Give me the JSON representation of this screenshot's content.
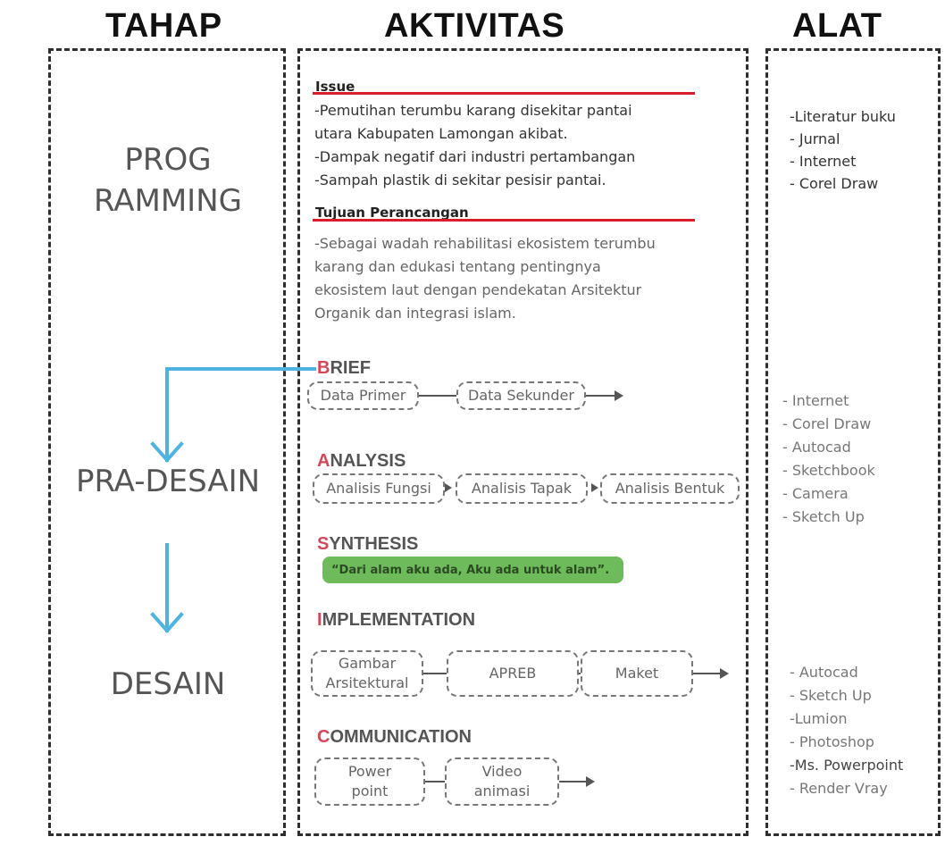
{
  "headers": {
    "stage": "TAHAP",
    "activity": "AKTIVITAS",
    "tools": "ALAT"
  },
  "stages": {
    "programming": {
      "line1": "PROG",
      "line2": "RAMMING"
    },
    "pre_design": "PRA-DESAIN",
    "design": "DESAIN"
  },
  "issue": {
    "title": "Issue",
    "lines": [
      "-Pemutihan terumbu karang disekitar pantai",
      "utara Kabupaten Lamongan akibat.",
      "-Dampak negatif dari industri pertambangan",
      "-Sampah plastik di sekitar pesisir pantai."
    ]
  },
  "goal": {
    "title": "Tujuan Perancangan",
    "lines": [
      "-Sebagai wadah rehabilitasi ekosistem terumbu",
      "karang dan edukasi tentang pentingnya",
      "ekosistem laut dengan pendekatan Arsitektur",
      "Organik dan integrasi islam."
    ]
  },
  "brief": {
    "first": "B",
    "rest": "RIEF",
    "steps": [
      "Data Primer",
      "Data Sekunder"
    ]
  },
  "analysis": {
    "first": "A",
    "rest": "NALYSIS",
    "steps": [
      "Analisis Fungsi",
      "Analisis Tapak",
      "Analisis Bentuk"
    ]
  },
  "synthesis": {
    "first": "S",
    "rest": "YNTHESIS",
    "quote": "“Dari alam aku ada, Aku ada untuk alam”."
  },
  "implementation": {
    "first": "I",
    "rest": "MPLEMENTATION",
    "steps": [
      {
        "line1": "Gambar",
        "line2": "Arsitektural"
      },
      {
        "line1": "APREB",
        "line2": ""
      },
      {
        "line1": "Maket",
        "line2": ""
      }
    ]
  },
  "communication": {
    "first": "C",
    "rest": "OMMUNICATION",
    "steps": [
      {
        "line1": "Power",
        "line2": "point"
      },
      {
        "line1": "Video",
        "line2": "animasi"
      }
    ]
  },
  "tools": {
    "programming": [
      "-Literatur buku",
      "- Jurnal",
      "- Internet",
      "- Corel Draw"
    ],
    "pre_design": [
      "- Internet",
      "- Corel Draw",
      "- Autocad",
      "- Sketchbook",
      "- Camera",
      "- Sketch Up"
    ],
    "design": [
      "- Autocad",
      "- Sketch Up",
      "-Lumion",
      "- Photoshop",
      "-Ms. Powerpoint",
      "- Render Vray"
    ]
  },
  "colors": {
    "red_rule": "#d81e2a",
    "phase_initial": "#d0485a",
    "flow_arrow": "#4fb3e0",
    "synthesis_bg": "#6dbb5b",
    "dashed_border": "#2f2f2f"
  }
}
